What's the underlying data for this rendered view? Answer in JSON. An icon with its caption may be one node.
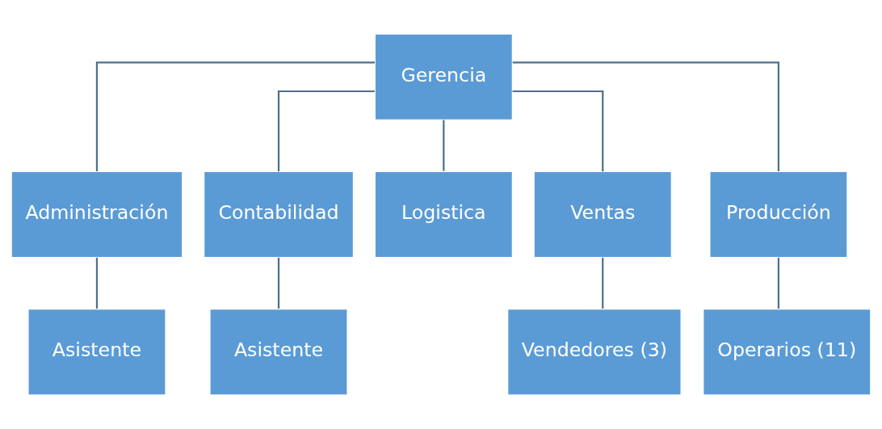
{
  "diagram": {
    "nodes": [
      {
        "text": [
          "Gerencia"
        ]
      },
      {
        "text": [
          "Administración"
        ]
      },
      {
        "text": [
          "Contabilidad"
        ]
      },
      {
        "text": [
          "Logistica"
        ]
      },
      {
        "text": [
          "Ventas"
        ]
      },
      {
        "text": [
          "Producción"
        ]
      },
      {
        "text": [
          "Asistente"
        ]
      },
      {
        "text": [
          "Asistente"
        ]
      },
      {
        "text": [
          "Vendedores (3)"
        ]
      },
      {
        "text": [
          "Operarios (11)"
        ]
      }
    ],
    "edges": [
      {
        "from": 0,
        "to": 1,
        "arrow": "none"
      },
      {
        "from": 0,
        "to": 2,
        "arrow": "none"
      },
      {
        "from": 0,
        "to": 3,
        "arrow": "none"
      },
      {
        "from": 0,
        "to": 4,
        "arrow": "none"
      },
      {
        "from": 0,
        "to": 5,
        "arrow": "none"
      },
      {
        "from": 1,
        "to": 6,
        "arrow": "none"
      },
      {
        "from": 2,
        "to": 7,
        "arrow": "none"
      },
      {
        "from": 4,
        "to": 8,
        "arrow": "none"
      },
      {
        "from": 5,
        "to": 9,
        "arrow": "none"
      }
    ]
  }
}
